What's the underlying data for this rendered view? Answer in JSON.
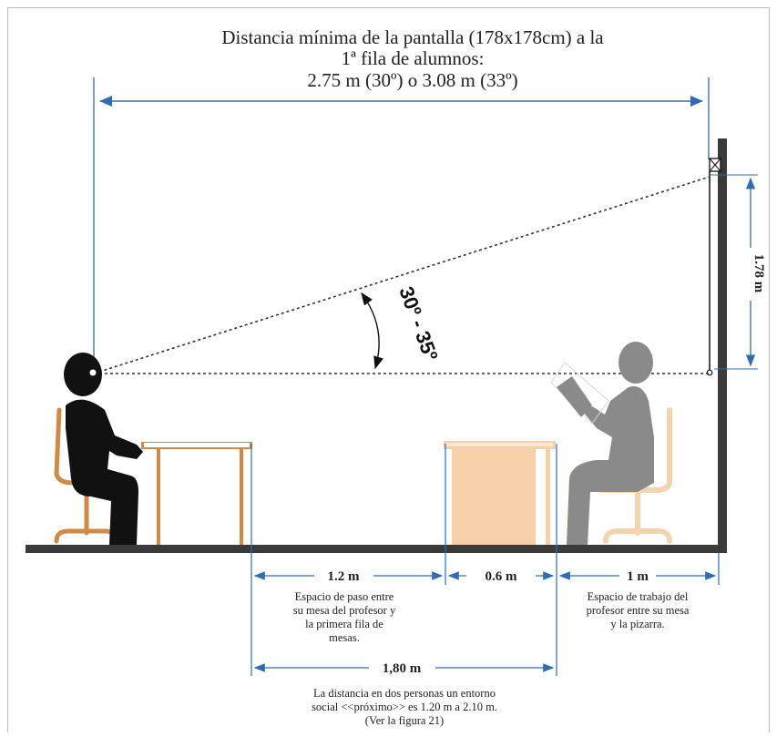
{
  "title": {
    "line1": "Distancia mínima de la pantalla (178x178cm) a la",
    "line2": "1ª fila de alumnos:",
    "line3": "2.75 m (30º) o 3.08 m (33º)"
  },
  "angle_label": "30º - 35º",
  "screen_height_label": "1.78 m",
  "dimensions": {
    "passage": "1.2 m",
    "desk": "0.6 m",
    "teacher_space": "1 m",
    "total": "1,80 m"
  },
  "notes": {
    "passage": [
      "Espacio de paso entre",
      "su mesa del profesor y",
      "la primera fila de",
      "mesas."
    ],
    "teacher_space": [
      "Espacio de trabajo del",
      "profesor entre su mesa",
      "y la pizarra."
    ],
    "social": [
      "La distancia en dos personas un entorno",
      "social  <<próximo>> es 1.20 m a 2.10 m.",
      "(Ver la figura 21)"
    ]
  },
  "colors": {
    "dimension_line": "#2e6db4",
    "wall_floor": "#3a3a3a",
    "chair": "#cf8a43",
    "teacher_desk": "#f5d0a9",
    "teacher_chair": "#f3d3b0",
    "student": "#111111",
    "teacher": "#8a8a8a"
  }
}
